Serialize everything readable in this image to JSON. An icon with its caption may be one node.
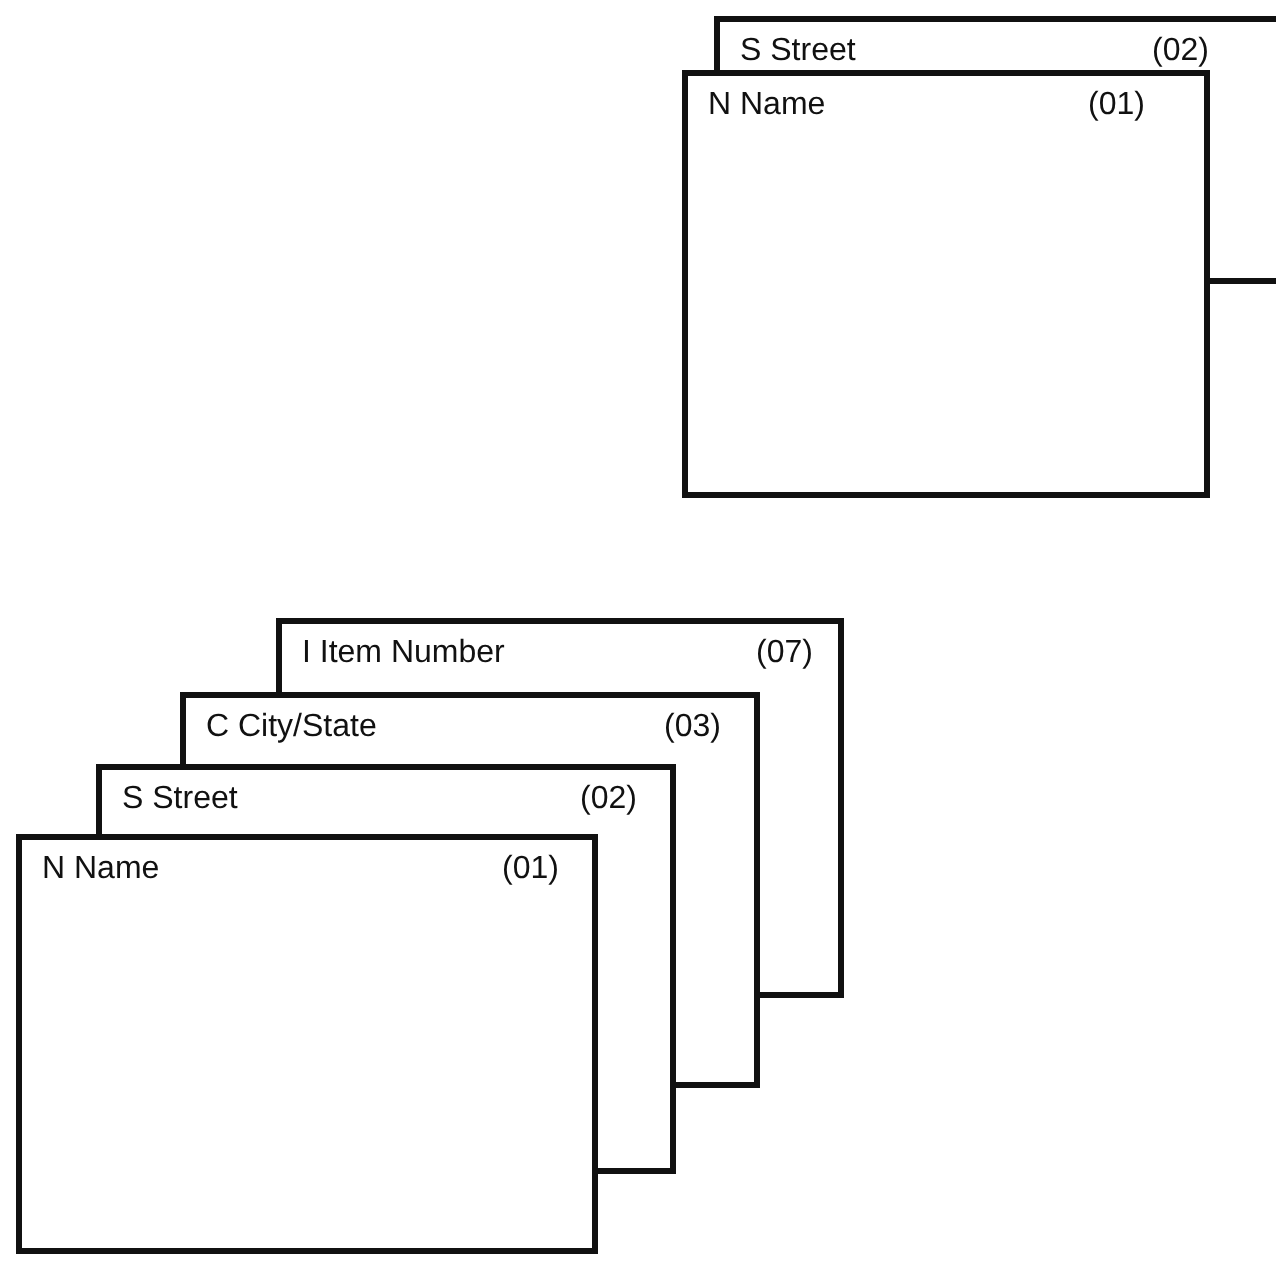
{
  "diagram": {
    "nodes": [
      {
        "text": [
          "S Street",
          "(02)"
        ]
      },
      {
        "text": [
          "N Name",
          "(01)"
        ]
      },
      {
        "text": [
          "I Item Number",
          "(07)"
        ]
      },
      {
        "text": [
          "C City/State",
          "(03)"
        ]
      },
      {
        "text": [
          "S Street",
          "(02)"
        ]
      },
      {
        "text": [
          "N Name",
          "(01)"
        ]
      }
    ]
  }
}
